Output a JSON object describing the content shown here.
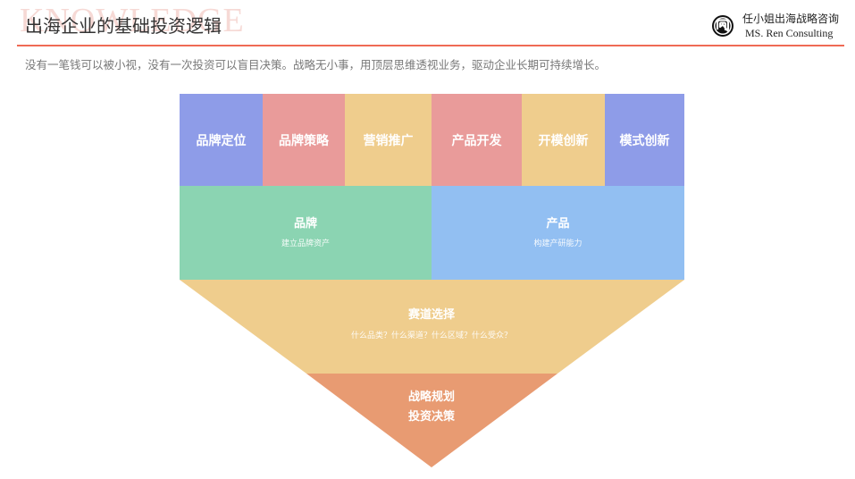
{
  "header": {
    "watermark": "KNOWLEDGE",
    "title": "出海企业的基础投资逻辑",
    "brand_cn": "任小姐出海战略咨询",
    "brand_en": "MS. Ren Consulting",
    "accent_color": "#ef6a55"
  },
  "subtitle": "没有一笔钱可以被小视，没有一次投资可以盲目决策。战略无小事，用顶层思维透视业务，驱动企业长期可持续增长。",
  "diagram": {
    "top_row": [
      {
        "label": "品牌定位",
        "color": "#8e9ce8"
      },
      {
        "label": "品牌策略",
        "color": "#e99b9a"
      },
      {
        "label": "营销推广",
        "color": "#efcd8d"
      },
      {
        "label": "产品开发",
        "color": "#e99b9a"
      },
      {
        "label": "开模创新",
        "color": "#efcd8d"
      },
      {
        "label": "模式创新",
        "color": "#8e9ce8"
      }
    ],
    "middle_row": [
      {
        "title": "品牌",
        "subtitle": "建立品牌资产",
        "color": "#8bd4b2"
      },
      {
        "title": "产品",
        "subtitle": "构建产研能力",
        "color": "#92bff2"
      }
    ],
    "funnel_upper": {
      "title": "赛道选择",
      "subtitle": "什么品类？什么渠道？什么区域？什么受众？",
      "color": "#efcd8d"
    },
    "funnel_lower": {
      "line1": "战略规划",
      "line2": "投资决策",
      "color": "#e89b72"
    }
  }
}
